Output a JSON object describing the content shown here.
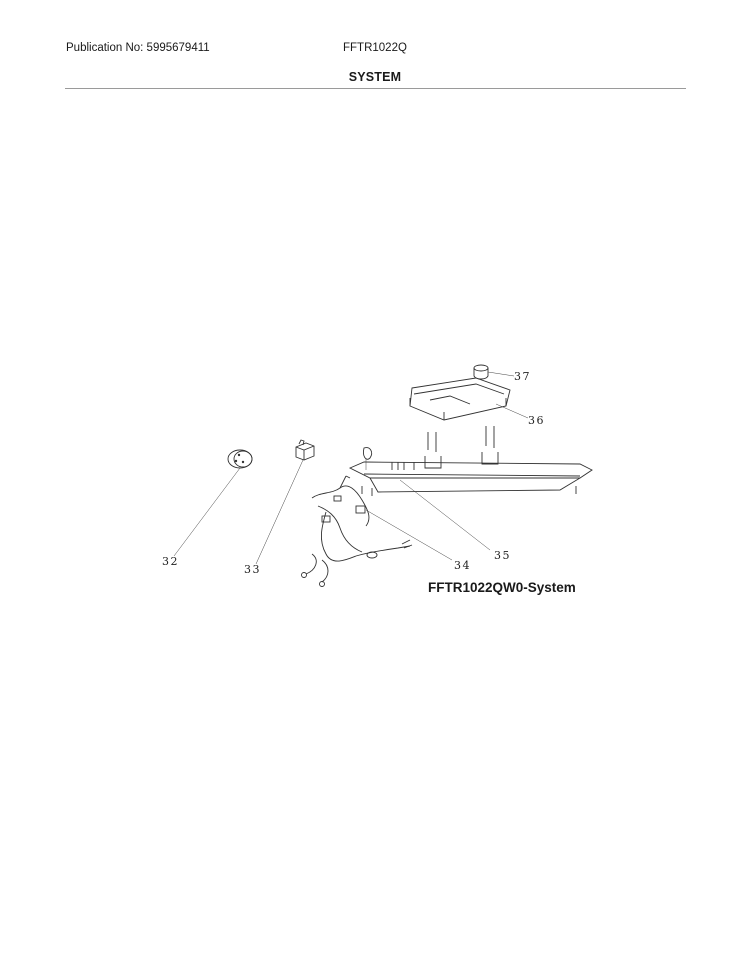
{
  "header": {
    "publication": "Publication No: 5995679411",
    "model": "FFTR1022Q",
    "section": "SYSTEM"
  },
  "diagram": {
    "caption": "FFTR1022QW0-System",
    "callouts": [
      {
        "id": "32",
        "label": "32"
      },
      {
        "id": "33",
        "label": "33"
      },
      {
        "id": "34",
        "label": "34"
      },
      {
        "id": "35",
        "label": "35"
      },
      {
        "id": "36",
        "label": "36"
      },
      {
        "id": "37",
        "label": "37"
      }
    ]
  }
}
